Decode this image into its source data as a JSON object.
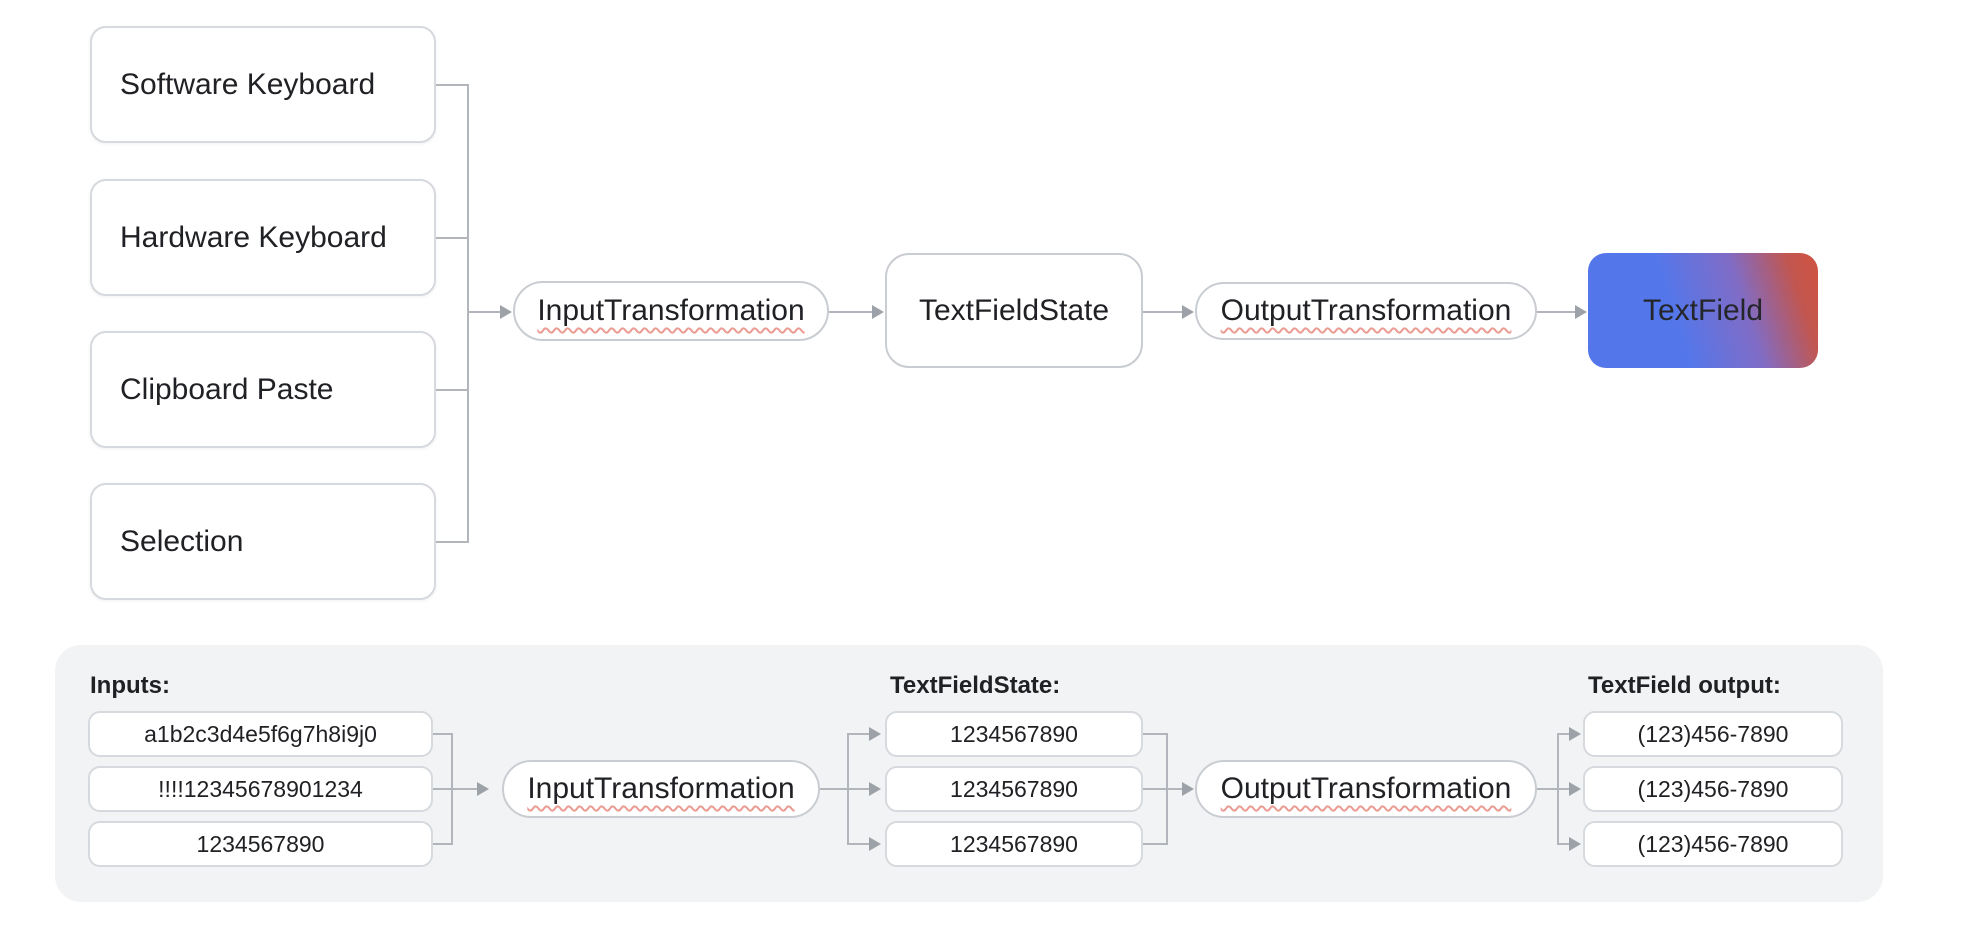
{
  "diagram": {
    "sources": [
      {
        "label": "Software Keyboard"
      },
      {
        "label": "Hardware Keyboard"
      },
      {
        "label": "Clipboard Paste"
      },
      {
        "label": "Selection"
      }
    ],
    "input_transformation": "InputTransformation",
    "text_field_state": "TextFieldState",
    "output_transformation": "OutputTransformation",
    "text_field": "TextField"
  },
  "example": {
    "inputs_label": "Inputs:",
    "inputs": [
      "a1b2c3d4e5f6g7h8i9j0",
      "!!!!12345678901234",
      "1234567890"
    ],
    "input_transformation": "InputTransformation",
    "state_label": "TextFieldState:",
    "states": [
      "1234567890",
      "1234567890",
      "1234567890"
    ],
    "output_transformation": "OutputTransformation",
    "outputs_label": "TextField output:",
    "outputs": [
      "(123)456-7890",
      "(123)456-7890",
      "(123)456-7890"
    ]
  },
  "colors": {
    "text_field_gradient_start": "#5476EB",
    "text_field_gradient_end": "#CF5340",
    "squiggle_red": "#DB4A38",
    "line_gray": "#B2B6BC",
    "panel_gray": "#F1F3F4"
  }
}
